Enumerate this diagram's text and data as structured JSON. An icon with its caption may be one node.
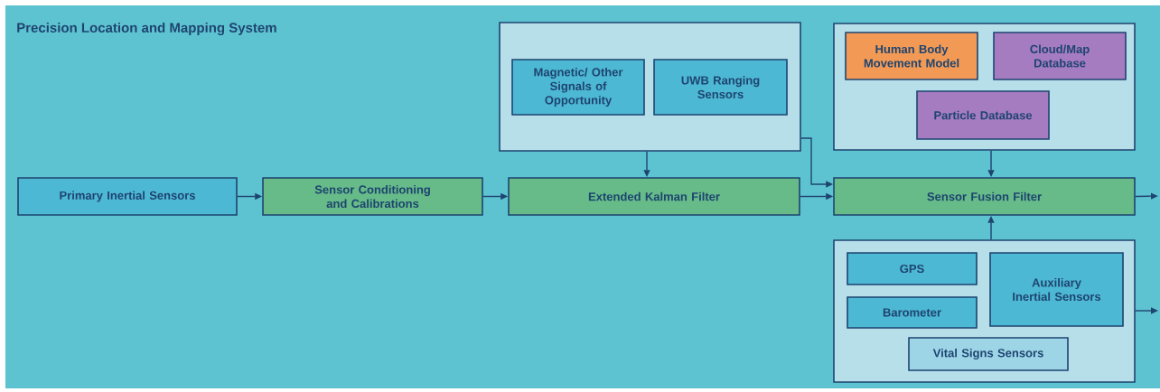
{
  "diagram": {
    "title": "Precision Location and Mapping System",
    "nodes": [
      {
        "text": [
          "Primary Inertial Sensors"
        ]
      },
      {
        "text": [
          "Sensor Conditioning and Calibrations"
        ]
      },
      {
        "text": [
          "Extended Kalman Filter"
        ]
      },
      {
        "text": [
          "Sensor Fusion Filter"
        ]
      },
      {
        "text": [],
        "shape": "box"
      },
      {
        "text": [
          "Magnetic/ Other Signals of Opportunity"
        ],
        "in": 4
      },
      {
        "text": [
          "UWB Ranging Sensors"
        ],
        "in": 4
      },
      {
        "text": [],
        "shape": "box"
      },
      {
        "text": [
          "Human Body Movement Model"
        ],
        "in": 7
      },
      {
        "text": [
          "Cloud/Map Database"
        ],
        "in": 7
      },
      {
        "text": [
          "Particle Database"
        ],
        "in": 7
      },
      {
        "text": [],
        "shape": "box"
      },
      {
        "text": [
          "GPS"
        ],
        "in": 11
      },
      {
        "text": [
          "Barometer"
        ],
        "in": 11
      },
      {
        "text": [
          "Auxiliary Inertial Sensors"
        ],
        "in": 11
      },
      {
        "text": [
          "Vital Signs Sensors"
        ],
        "in": 11
      }
    ],
    "edges": [
      {
        "from": 0,
        "to": 1,
        "arrow": "to"
      },
      {
        "from": 1,
        "to": 2,
        "arrow": "to"
      },
      {
        "from": 2,
        "to": 3,
        "arrow": "to"
      },
      {
        "from": 4,
        "to": 2,
        "arrow": "to"
      },
      {
        "from": 4,
        "to": 3,
        "arrow": "to"
      },
      {
        "from": 7,
        "to": 3,
        "arrow": "to"
      },
      {
        "from": 11,
        "to": 3,
        "arrow": "to"
      },
      {
        "from": 3,
        "to": null,
        "arrow": "to"
      },
      {
        "from": 11,
        "to": null,
        "arrow": "to"
      }
    ]
  }
}
